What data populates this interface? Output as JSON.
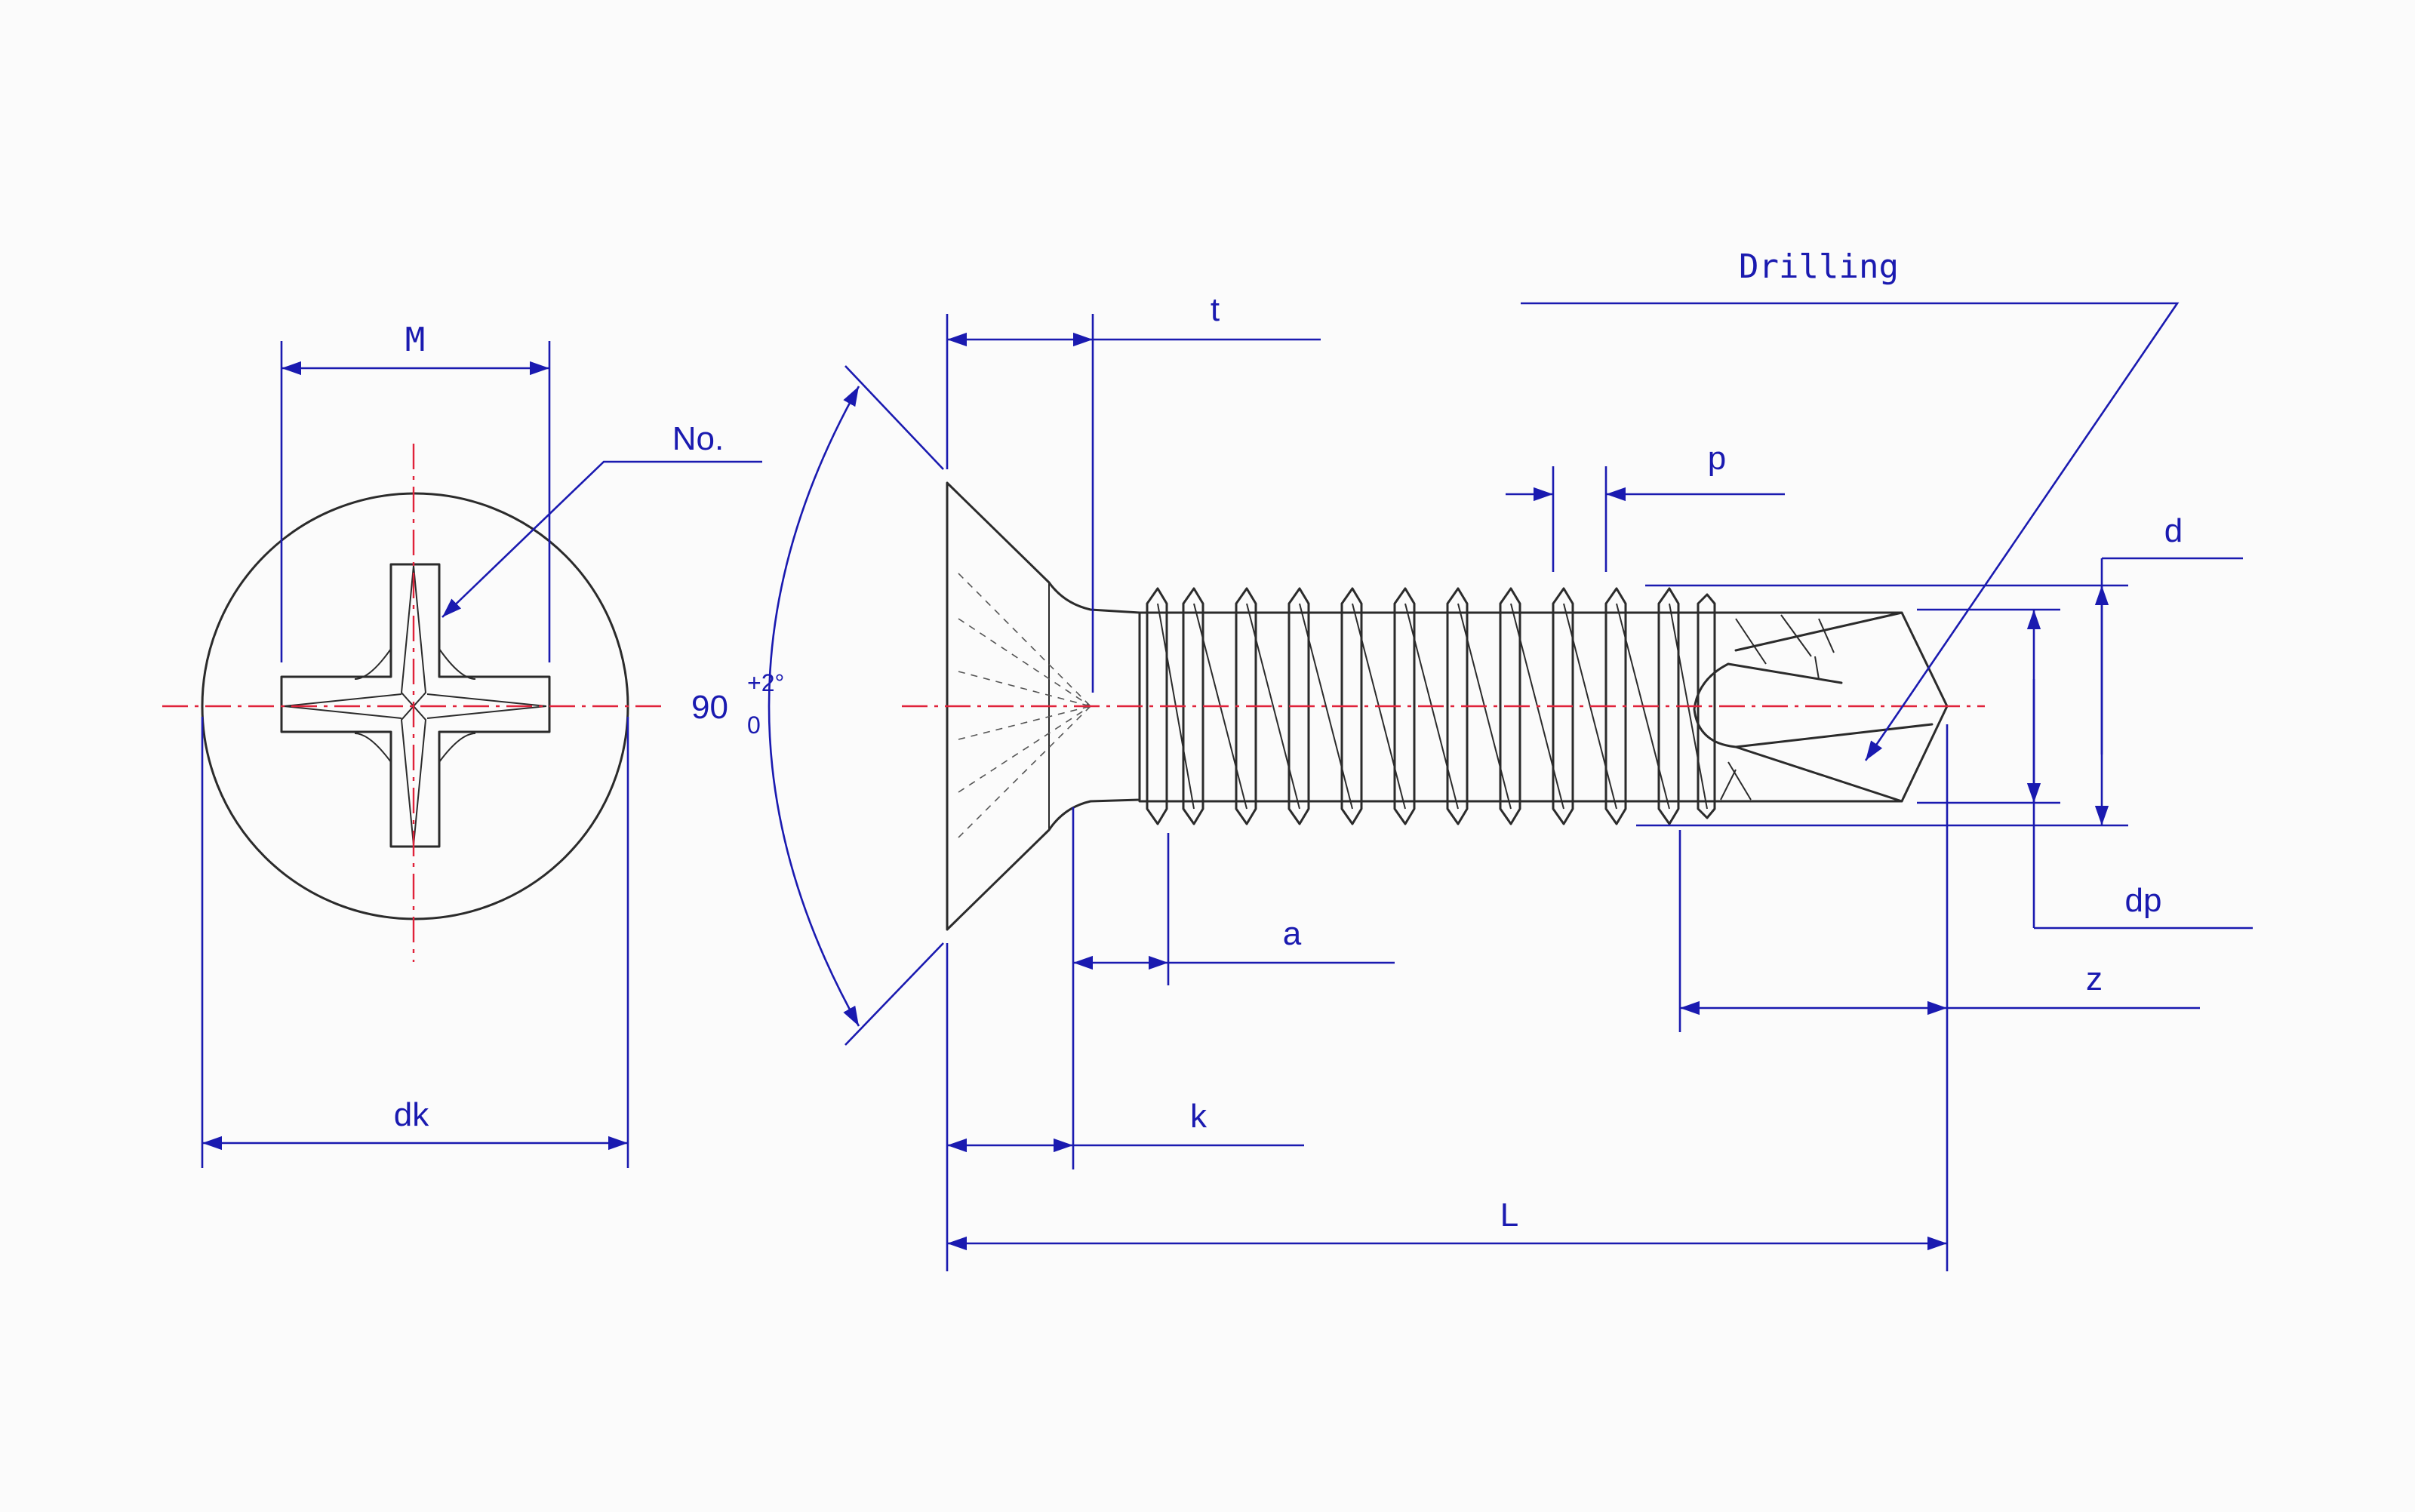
{
  "colors": {
    "background": "#fbfbfb",
    "part_outline": "#2b2b2b",
    "dimension": "#1a1ab0",
    "centerline": "#e0223a"
  },
  "labels": {
    "M": "M",
    "no": "No.",
    "dk": "dk",
    "angle": "90",
    "angle_upper_tol": "+2°",
    "angle_lower_tol": "0",
    "t": "t",
    "p": "p",
    "drilling": "Drilling",
    "d": "d",
    "dp": "dp",
    "a": "a",
    "z": "z",
    "k": "k",
    "L": "L"
  }
}
